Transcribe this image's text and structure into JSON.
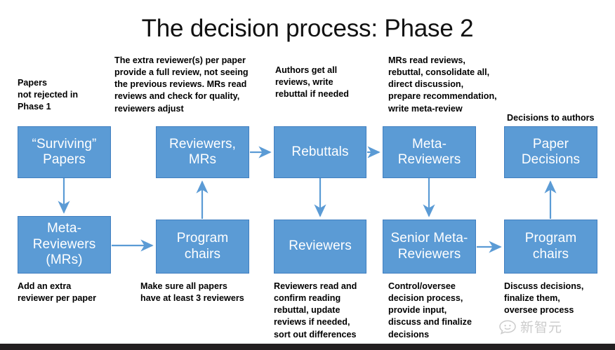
{
  "title": "The decision process: Phase 2",
  "colors": {
    "box_fill": "#5B9BD5",
    "box_border": "#417FC0",
    "arrow": "#5B9BD5",
    "text_dark": "#000000",
    "box_text": "#FFFFFF",
    "bottom_bar": "#231F20"
  },
  "notes_above": [
    {
      "id": "note-surviving-papers",
      "text": "Papers\nnot rejected in\nPhase 1"
    },
    {
      "id": "note-reviewers-mrs",
      "text": "The extra reviewer(s) per paper\nprovide a full review, not seeing\nthe previous reviews. MRs read\nreviews and check for quality,\nreviewers adjust"
    },
    {
      "id": "note-rebuttals",
      "text": "Authors get all\nreviews, write\nrebuttal if needed"
    },
    {
      "id": "note-meta-reviewers",
      "text": "MRs read reviews,\nrebuttal, consolidate all,\ndirect discussion,\nprepare recommendation,\nwrite meta-review"
    },
    {
      "id": "note-paper-decisions",
      "text": "Decisions to authors"
    }
  ],
  "boxes_top": [
    {
      "id": "box-surviving-papers",
      "label": "“Surviving”\nPapers"
    },
    {
      "id": "box-reviewers-mrs",
      "label": "Reviewers,\nMRs"
    },
    {
      "id": "box-rebuttals",
      "label": "Rebuttals"
    },
    {
      "id": "box-meta-reviewers",
      "label": "Meta-\nReviewers"
    },
    {
      "id": "box-paper-decisions",
      "label": "Paper\nDecisions"
    }
  ],
  "boxes_bottom": [
    {
      "id": "box-meta-reviewers-mrs",
      "label": "Meta-\nReviewers\n(MRs)"
    },
    {
      "id": "box-program-chairs-1",
      "label": "Program\nchairs"
    },
    {
      "id": "box-reviewers",
      "label": "Reviewers"
    },
    {
      "id": "box-senior-meta-reviewers",
      "label": "Senior Meta-\nReviewers"
    },
    {
      "id": "box-program-chairs-2",
      "label": "Program\nchairs"
    }
  ],
  "notes_below": [
    {
      "id": "note-meta-reviewers-mrs",
      "text": "Add an extra\nreviewer per paper"
    },
    {
      "id": "note-program-chairs-1",
      "text": "Make sure all papers\nhave at least 3 reviewers"
    },
    {
      "id": "note-reviewers",
      "text": "Reviewers read and\nconfirm reading\nrebuttal, update\nreviews if needed,\nsort out differences"
    },
    {
      "id": "note-senior-meta-reviewers",
      "text": "Control/oversee\ndecision process,\nprovide input,\ndiscuss and finalize\ndecisions"
    },
    {
      "id": "note-program-chairs-2",
      "text": "Discuss decisions,\nfinalize them,\noversee process"
    }
  ],
  "watermark": {
    "icon": "chat-bubble-smiley-icon",
    "text": "新智元"
  }
}
